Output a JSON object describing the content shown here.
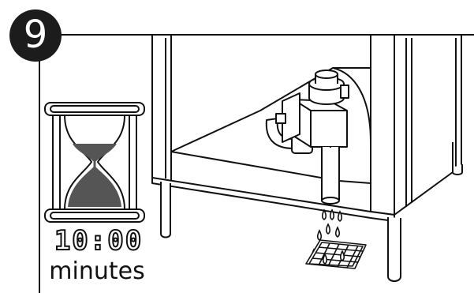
{
  "step": {
    "number": "9"
  },
  "timer": {
    "value": "10:00",
    "unit": "minutes"
  },
  "colors": {
    "badge": "#1c1c1c",
    "sand": "#555555",
    "line": "#111111",
    "background": "#ffffff"
  },
  "icons": [
    "hourglass-icon",
    "water-drops-icon",
    "floor-drain-icon",
    "drain-valve-icon"
  ]
}
